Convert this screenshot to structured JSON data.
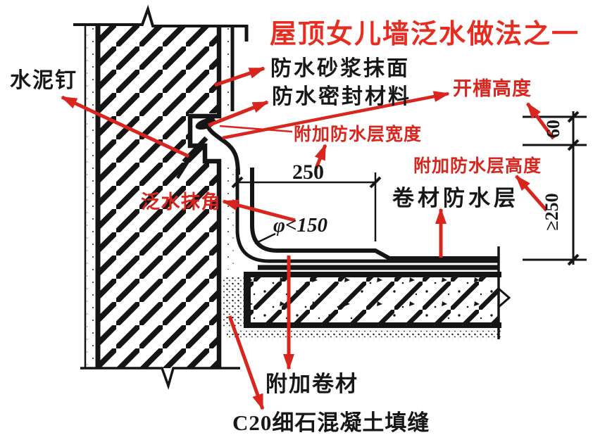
{
  "drawing": {
    "title": "屋顶女儿墙泛水做法之一",
    "callouts_black": {
      "cement_nail": "水泥钉",
      "mortar_finish": "防水砂浆抹面",
      "sealing_material": "防水密封材料",
      "membrane_layer": "卷材防水层",
      "added_membrane": "附加卷材",
      "c20_fill": "C20细石混凝土填缝"
    },
    "callouts_red": {
      "groove_height": "开槽高度",
      "added_layer_width": "附加防水层宽度",
      "added_layer_height": "附加防水层高度",
      "flashing_fillet": "泛水抹角"
    },
    "dimensions": {
      "width_250": "250",
      "fillet_radius": "φ<150",
      "groove_60": "60",
      "min_height_250": "≥250"
    },
    "colors": {
      "annotation_red": "#d8261e",
      "title_red": "#e52d22",
      "line_black": "#171717",
      "background": "#ffffff"
    }
  }
}
